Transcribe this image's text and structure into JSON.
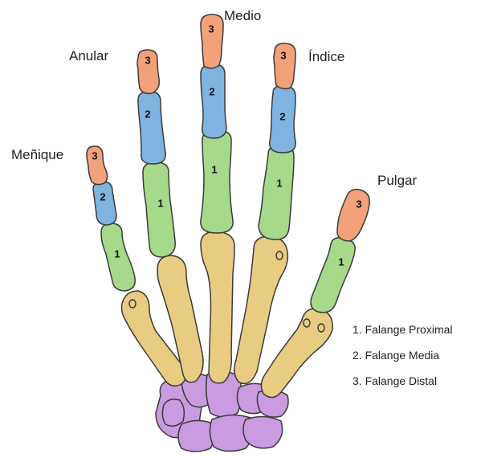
{
  "labels": {
    "menique": "Meñique",
    "anular": "Anular",
    "medio": "Medio",
    "indice": "Índice",
    "pulgar": "Pulgar"
  },
  "legend": [
    "1. Falange Proximal",
    "2. Falange Media",
    "3. Falange Distal"
  ],
  "numbers": {
    "proximal": "1",
    "middle": "2",
    "distal": "3"
  },
  "colors": {
    "distal": "#f3a17a",
    "middle": "#7fb4e0",
    "proximal": "#a7d98a",
    "metacarpal": "#e8cc82",
    "carpal": "#c99be0"
  }
}
